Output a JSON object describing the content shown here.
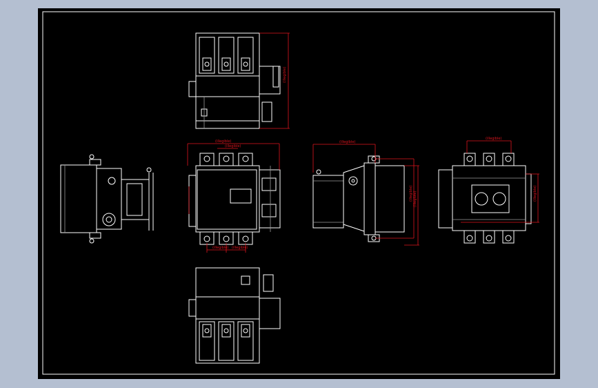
{
  "drawing": {
    "background": "#000000",
    "outer_background": "#b4bfd1",
    "line_color": "#ffffff",
    "dimension_color": "#e0141e",
    "views": [
      "top-view",
      "left-side-view",
      "front-view",
      "right-side-view",
      "rear-view",
      "bottom-view"
    ],
    "dimension_labels": {
      "top_height": "(illegible)",
      "front_top": "(illegible)",
      "front_pitch": "(illegible)",
      "front_bottom_a": "(illegible)",
      "front_bottom_b": "(illegible)",
      "side_width": "(illegible)",
      "side_height_a": "(illegible)",
      "side_height_b": "(illegible)",
      "rear_top": "(illegible)",
      "rear_height": "(illegible)"
    }
  }
}
